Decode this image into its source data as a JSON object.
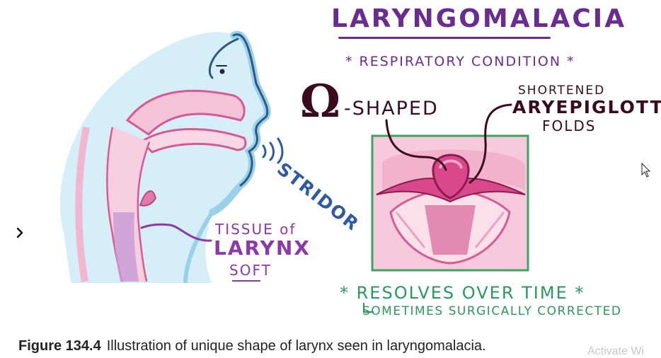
{
  "figure": {
    "title": "LARYNGOMALACIA",
    "subtitle": "* RESPIRATORY CONDITION *",
    "omega_symbol": "Ω",
    "shaped_label": "-SHAPED",
    "shortened_label": "SHORTENED",
    "aryepiglottic_label": "ARYEPIGLOTTIC",
    "folds_label": "FOLDS",
    "stridor_label": "STRIDOR",
    "tissue_of_label": "TISSUE of",
    "larynx_label": "LARYNX",
    "soft_label": "SOFT",
    "resolves_label": "* RESOLVES OVER TIME *",
    "sometimes_label": "SOMETIMES SURGICALLY CORRECTED"
  },
  "caption": {
    "label": "Figure 134.4",
    "text": "Illustration of unique shape of larynx seen in laryngomalacia."
  },
  "overlay": {
    "watermark": "Activate Wi"
  },
  "colors": {
    "title_purple": "#6b2c8f",
    "dark_maroon": "#3a0b1e",
    "stridor_blue": "#2d5aa3",
    "larynx_purple": "#8b3aa8",
    "resolves_green": "#2a9a5c",
    "box_border_green": "#3aa55f",
    "skin_blue": "#bfe3f2",
    "airway_pink": "#e07aa8"
  },
  "icons": {
    "nav_arrow": "chevron-right-icon",
    "cursor": "mouse-pointer-icon"
  }
}
